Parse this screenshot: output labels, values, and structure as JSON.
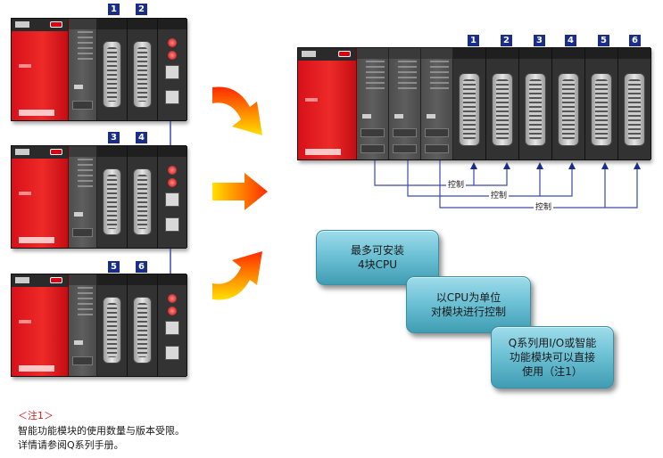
{
  "left_racks": [
    {
      "badges": [
        "1",
        "2"
      ]
    },
    {
      "badges": [
        "3",
        "4"
      ]
    },
    {
      "badges": [
        "5",
        "6"
      ]
    }
  ],
  "combined_rack": {
    "badges": [
      "1",
      "2",
      "3",
      "4",
      "5",
      "6"
    ]
  },
  "wiring": {
    "labels": [
      "控制",
      "控制",
      "控制"
    ]
  },
  "features": [
    {
      "lines": [
        "最多可安装",
        "4块CPU"
      ]
    },
    {
      "lines": [
        "以CPU为单位",
        "对模块进行控制"
      ]
    },
    {
      "lines": [
        "Q系列用I/O或智能",
        "功能模块可以直接",
        "使用（注1）"
      ]
    }
  ],
  "note": {
    "title": "＜注1＞",
    "lines": [
      "智能功能模块的使用数量与版本受限。",
      "详情请参阅Q系列手册。"
    ]
  },
  "colors": {
    "arrow_top": "#ff2a00",
    "arrow_bottom": "#ffe000",
    "feature_box": "#6ec2d6",
    "badge": "#1a2d8a",
    "note_title": "#d61a1a"
  }
}
